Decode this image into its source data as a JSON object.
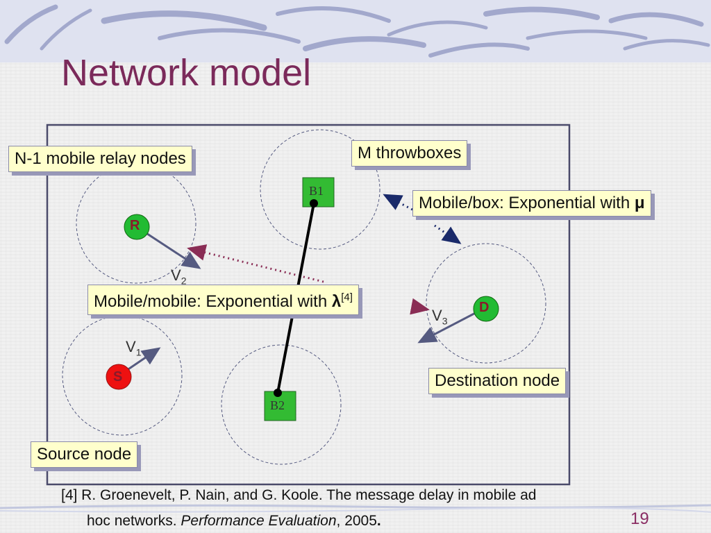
{
  "slide": {
    "title": "Network model",
    "page_number": "19"
  },
  "callouts": {
    "relay_nodes": "N-1 mobile relay nodes",
    "throwboxes": "M throwboxes",
    "mobile_box_text": "Mobile/box: Exponential with ",
    "mobile_box_symbol": "μ",
    "mobile_mobile_text": "Mobile/mobile: Exponential with ",
    "mobile_mobile_symbol": "λ",
    "mobile_mobile_ref": "[4]",
    "destination": "Destination node",
    "source": "Source node"
  },
  "nodes": {
    "R": "R",
    "D": "D",
    "S": "S",
    "B1": "B1",
    "B2": "B2"
  },
  "velocities": {
    "v1": "V",
    "v1_sub": "1",
    "v2": "V",
    "v2_sub": "2",
    "v3": "V",
    "v3_sub": "3"
  },
  "reference": {
    "line1": "[4] R. Groenevelt, P. Nain, and G. Koole. The message delay in mobile ad",
    "line2_a": "hoc networks. ",
    "line2_journal": "Performance Evaluation",
    "line2_b": ", 2005",
    "line2_end": "."
  },
  "colors": {
    "title": "#7b2a5a",
    "callout_fill": "#ffffcc",
    "node_green": "#22bb33",
    "node_red": "#ee1111",
    "box_green": "#33bb33",
    "dotted_maroon": "#8a2d55",
    "dotted_navy": "#1a2a6a"
  }
}
